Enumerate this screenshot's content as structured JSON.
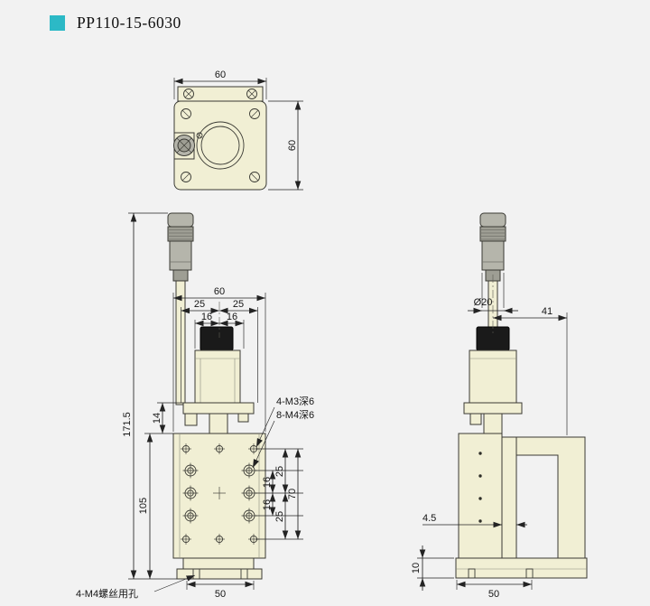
{
  "title": {
    "text": "PP110-15-6030"
  },
  "colors": {
    "accent": "#2cb9c6",
    "background": "#f2f2f2",
    "part_fill": "#f1efd4",
    "metal": "#b5b5ab",
    "metal_dark": "#9e9e94",
    "knob": "#1a1a1a",
    "line": "#3a3a34",
    "dim": "#232323"
  },
  "top_view": {
    "width_dim": "60",
    "height_dim": "60"
  },
  "front_view": {
    "width_dim": "60",
    "spacing_25_left": "25",
    "spacing_25_right": "25",
    "spacing_16_left": "16",
    "spacing_16_right": "16",
    "flange_height_dim": "14",
    "total_height_dim": "171.5",
    "body_height_dim": "105",
    "thread_label_m3": "4-M3深6",
    "thread_label_m4": "8-M4深6",
    "hole_16_top": "16",
    "hole_25_top": "25",
    "hole_span_70": "70",
    "hole_16_bottom": "16",
    "hole_25_bottom": "25",
    "base_width_dim": "50",
    "mount_hole_label": "4-M4螺丝用孔"
  },
  "side_view": {
    "connector_dia_dim": "Ø20",
    "offset_dim": "41",
    "plate_thickness_dim": "4.5",
    "base_height_dim": "10",
    "base_width_dim": "50"
  }
}
